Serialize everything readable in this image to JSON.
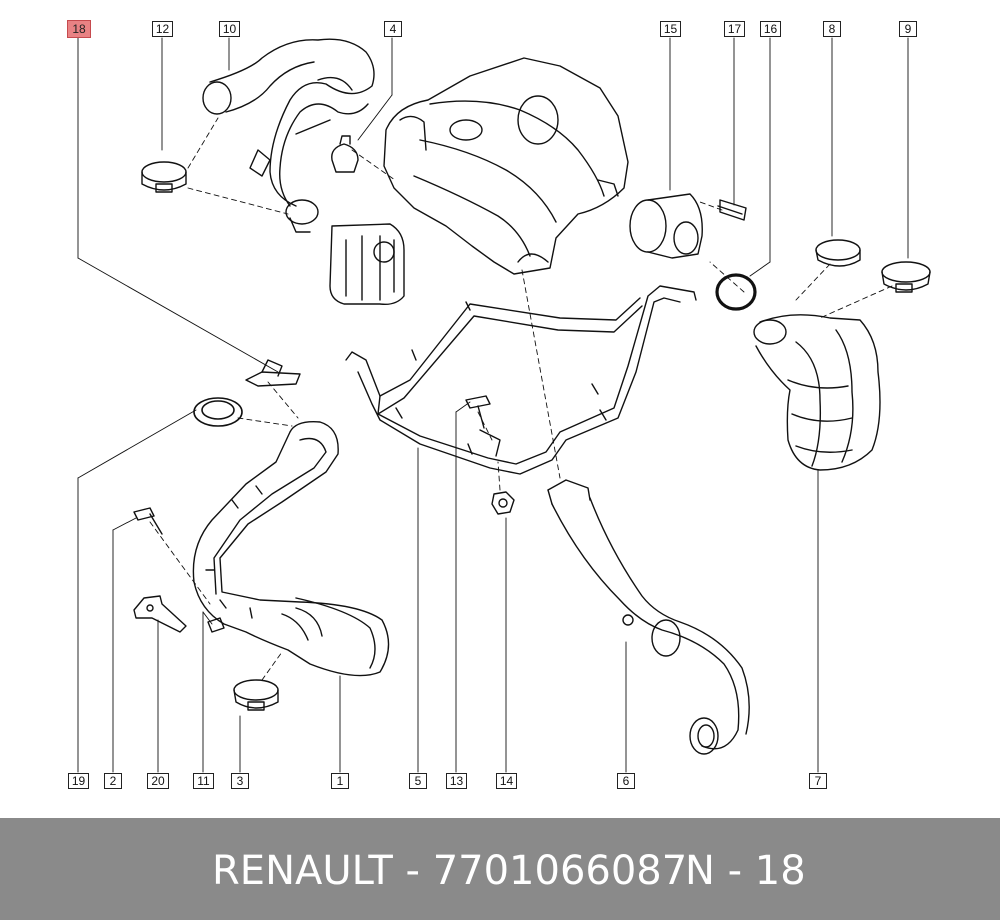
{
  "callouts": {
    "c1": "1",
    "c2": "2",
    "c3": "3",
    "c4": "4",
    "c5": "5",
    "c6": "6",
    "c7": "7",
    "c8": "8",
    "c9": "9",
    "c10": "10",
    "c11": "11",
    "c12": "12",
    "c13": "13",
    "c14": "14",
    "c15": "15",
    "c16": "16",
    "c17": "17",
    "c18": "18",
    "c19": "19",
    "c20": "20"
  },
  "highlight_color": "#e98284",
  "footer": {
    "brand": "RENAULT - 7701066087",
    "ref": "N - 18",
    "background": "#8a8a8a"
  }
}
